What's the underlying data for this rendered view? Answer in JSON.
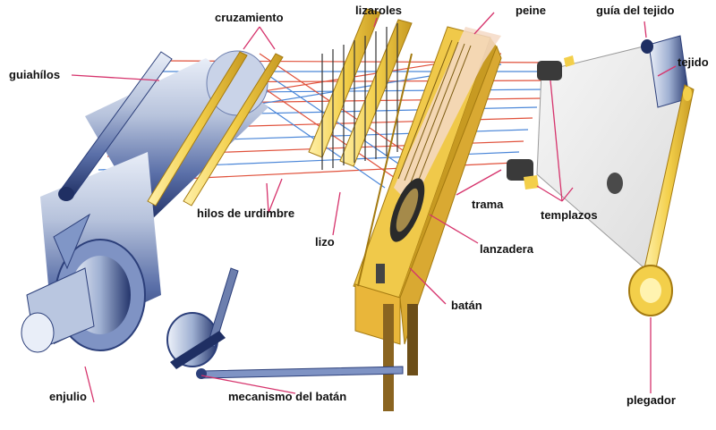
{
  "labels": {
    "cruzamiento": "cruzamiento",
    "lizaroles": "lizaroles",
    "peine": "peine",
    "guia_tejido": "guía del tejido",
    "tejido": "tejido",
    "guiahilos": "guiahílos",
    "hilos_urdimbre": "hilos de urdimbre",
    "trama": "trama",
    "templazos": "templazos",
    "lizo": "lizo",
    "lanzadera": "lanzadera",
    "batan": "batán",
    "enjulio": "enjulio",
    "mecanismo_batan": "mecanismo del batán",
    "plegador": "plegador"
  },
  "colors": {
    "leader": "#d6336c",
    "warp_red": "#e0503a",
    "warp_blue": "#4a86d8",
    "wood": "#f3cf4a",
    "wood_dark": "#c79a22",
    "steel": "#9aa8c4",
    "steel_dark": "#2c3f7a",
    "cloth": "#ecebea"
  }
}
